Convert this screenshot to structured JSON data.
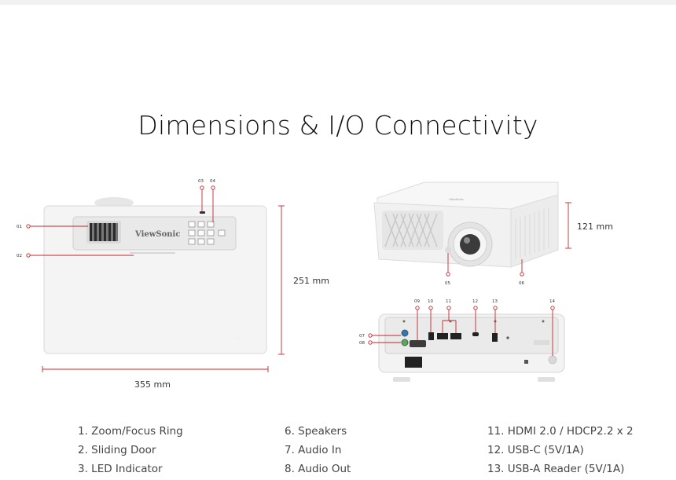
{
  "title": "Dimensions & I/O Connectivity",
  "dimensions": {
    "height": "251 mm",
    "width": "355 mm",
    "depth": "121 mm"
  },
  "brand": "ViewSonic",
  "callouts": {
    "top": [
      "01",
      "02",
      "03",
      "04"
    ],
    "front": [
      "05",
      "06"
    ],
    "rear": [
      "07",
      "08",
      "09",
      "10",
      "11",
      "12",
      "13",
      "14"
    ]
  },
  "spec_columns": [
    [
      "1. Zoom/Focus Ring",
      "2. Sliding Door",
      "3. LED Indicator"
    ],
    [
      "6. Speakers",
      "7. Audio In",
      "8. Audio Out"
    ],
    [
      "11. HDMI 2.0 / HDCP2.2 x 2",
      "12. USB-C (5V/1A)",
      "13. USB-A Reader (5V/1A)"
    ]
  ],
  "colors": {
    "accent": "#c0282e",
    "line": "#c0282e"
  }
}
